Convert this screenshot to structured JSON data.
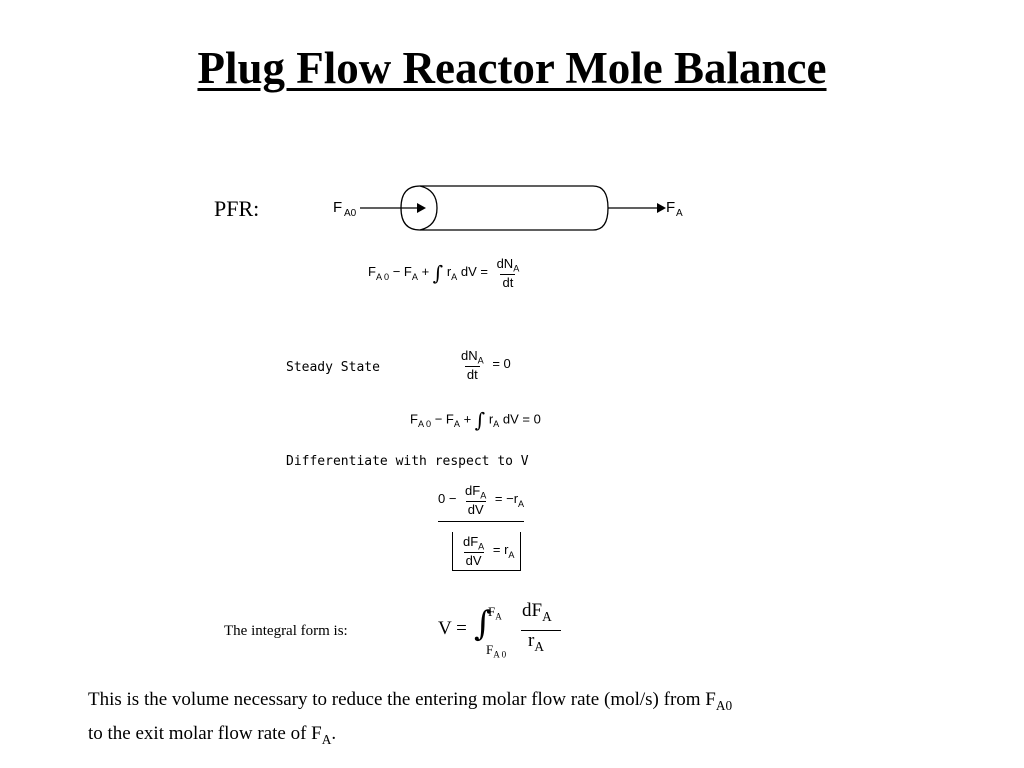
{
  "title": "Plug Flow Reactor Mole Balance",
  "pfr_label": "PFR:",
  "diagram": {
    "inlet": "F",
    "inlet_sub": "A0",
    "outlet": "F",
    "outlet_sub": "A"
  },
  "general_balance": {
    "lhs_a": "F",
    "lhs_a_sub": "A 0",
    "minus": " − F",
    "lhs_b_sub": "A",
    "plus": " + ",
    "integral": "∫",
    "r": " r",
    "r_sub": "A",
    "dv": " dV = ",
    "num": "dN",
    "num_sub": "A",
    "den": "dt"
  },
  "steady_state": {
    "label": "Steady State",
    "num": "dN",
    "num_sub": "A",
    "den": "dt",
    "rhs": "= 0"
  },
  "steady_balance": {
    "a": "F",
    "a_sub": "A 0",
    "minus": " − F",
    "b_sub": "A",
    "plus": " + ",
    "integral": "∫",
    "r": " r",
    "r_sub": "A",
    "rest": " dV = 0"
  },
  "differentiate_label": "Differentiate with respect to V",
  "diff_eq": {
    "lhs": "0 − ",
    "num": "dF",
    "num_sub": "A",
    "den": "dV",
    "rhs": " = −r",
    "rhs_sub": "A"
  },
  "boxed_eq": {
    "num": "dF",
    "num_sub": "A",
    "den": "dV",
    "rhs": " = r",
    "rhs_sub": "A"
  },
  "integral_form": {
    "label": "The integral form is:",
    "v": "V = ",
    "integral": "∫",
    "upper": "F",
    "upper_sub": "A",
    "lower": "F",
    "lower_sub": "A 0",
    "num": "dF",
    "num_sub": "A",
    "den": "r",
    "den_sub": "A"
  },
  "description": {
    "line1": "This is the volume necessary to reduce the entering molar flow rate (mol/s) from F",
    "line1_sub": "A0",
    "line2": "to the exit molar flow rate of F",
    "line2_sub": "A",
    "line2_end": "."
  }
}
